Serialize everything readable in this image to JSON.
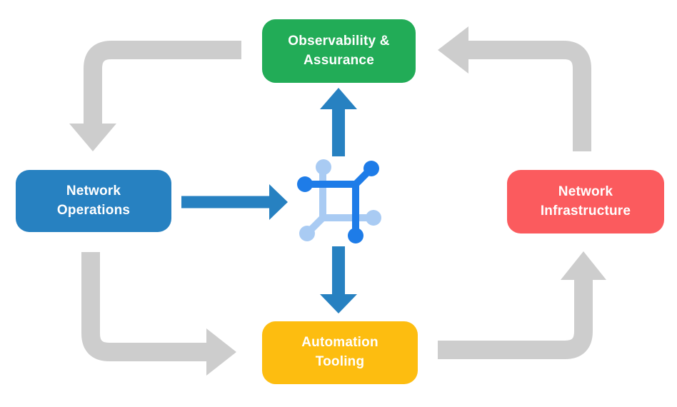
{
  "colors": {
    "background": "#ffffff",
    "node_text": "#ffffff",
    "observability_green": "#22ac57",
    "operations_blue": "#2781c1",
    "infrastructure_red": "#fb5b5e",
    "automation_yellow": "#fdbd10",
    "cycle_arrow_gray": "#cdcdcd",
    "hub_arrow_blue": "#2781c1",
    "hub_icon_dark_blue": "#1e7ce8",
    "hub_icon_light_blue": "#a9cbf3"
  },
  "nodes": {
    "observability": {
      "label": "Observability &\nAssurance"
    },
    "operations": {
      "label": "Network\nOperations"
    },
    "infrastructure": {
      "label": "Network\nInfrastructure"
    },
    "automation": {
      "label": "Automation\nTooling"
    }
  },
  "flows": [
    {
      "from": "Observability & Assurance",
      "to": "Network Operations",
      "type": "cycle"
    },
    {
      "from": "Network Operations",
      "to": "Automation Tooling",
      "type": "cycle"
    },
    {
      "from": "Automation Tooling",
      "to": "Network Infrastructure",
      "type": "cycle"
    },
    {
      "from": "Network Infrastructure",
      "to": "Observability & Assurance",
      "type": "cycle"
    },
    {
      "from": "Network Operations",
      "to": "hub-icon",
      "type": "hub"
    },
    {
      "from": "hub-icon",
      "to": "Observability & Assurance",
      "type": "hub"
    },
    {
      "from": "hub-icon",
      "to": "Automation Tooling",
      "type": "hub"
    }
  ],
  "icon": {
    "name": "network-hub-icon"
  }
}
